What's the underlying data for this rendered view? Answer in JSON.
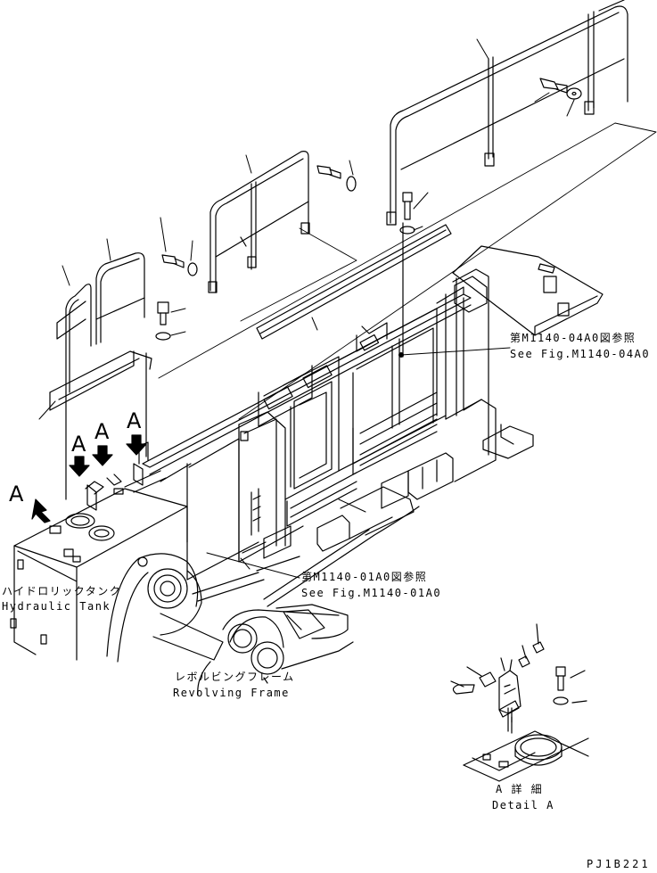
{
  "callouts": {
    "fig_04a0_jp": "第M1140-04A0図参照",
    "fig_04a0_en": "See Fig.M1140-04A0",
    "fig_01a0_jp": "第M1140-01A0図参照",
    "fig_01a0_en": "See Fig.M1140-01A0"
  },
  "parts": {
    "hydraulic_tank_jp": "ハイドロリックタンク",
    "hydraulic_tank_en": "Hydraulic Tank",
    "revolving_frame_jp": "レボルビングフレーム",
    "revolving_frame_en": "Revolving Frame"
  },
  "detail": {
    "title_jp": "A 詳 細",
    "title_en": "Detail A"
  },
  "view_markers": [
    "A",
    "A",
    "A",
    "A"
  ],
  "drawing_code": "PJ1B221",
  "colors": {
    "line": "#000000",
    "background": "#ffffff"
  }
}
